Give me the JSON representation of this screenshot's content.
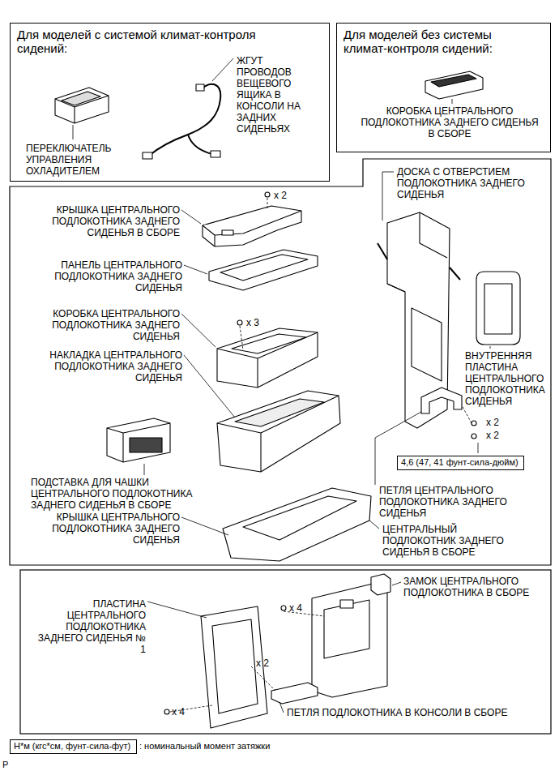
{
  "diagram": {
    "nodes": [
      {
        "text": [
          "Для моделей с системой климат-контроля сидений:"
        ]
      },
      {
        "text": [
          "Для моделей без системы климат-контроля сидений:"
        ]
      },
      {
        "text": [
          "4,6 (47, 41 фунт-сила-дюйм)"
        ]
      },
      {
        "text": [
          "Н*м (кгс*см, фунт-сила-фут)"
        ]
      }
    ],
    "labels": [
      "ЖГУТ ПРОВОДОВ ВЕЩЕВОГО ЯЩИКА В КОНСОЛИ НА ЗАДНИХ СИДЕНЬЯХ",
      "ПЕРЕКЛЮЧАТЕЛЬ УПРАВЛЕНИЯ ОХЛАДИТЕЛЕМ",
      "КОРОБКА ЦЕНТРАЛЬНОГО ПОДЛОКОТНИКА ЗАДНЕГО СИДЕНЬЯ В СБОРЕ",
      "x 2",
      "КРЫШКА ЦЕНТРАЛЬНОГО ПОДЛОКОТНИКА ЗАДНЕГО СИДЕНЬЯ В СБОРЕ",
      "ПАНЕЛЬ ЦЕНТРАЛЬНОГО ПОДЛОКОТНИКА ЗАДНЕГО СИДЕНЬЯ",
      "КОРОБКА ЦЕНТРАЛЬНОГО ПОДЛОКОТНИКА ЗАДНЕГО СИДЕНЬЯ",
      "x 3",
      "НАКЛАДКА ЦЕНТРАЛЬНОГО ПОДЛОКОТНИКА ЗАДНЕГО СИДЕНЬЯ",
      "ПОДСТАВКА ДЛЯ ЧАШКИ ЦЕНТРАЛЬНОГО ПОДЛОКОТНИКА ЗАДНЕГО СИДЕНЬЯ В СБОРЕ",
      "КРЫШКА ЦЕНТРАЛЬНОГО ПОДЛОКОТНИКА ЗАДНЕГО СИДЕНЬЯ",
      "ДОСКА С ОТВЕРСТИЕМ ПОДЛОКОТНИКА ЗАДНЕГО СИДЕНЬЯ",
      "ВНУТРЕННЯЯ ПЛАСТИНА ЦЕНТРАЛЬНОГО ПОДЛОКОТНИКА СИДЕНЬЯ",
      "x 2",
      "x 2",
      "ПЕТЛЯ ЦЕНТРАЛЬНОГО ПОДЛОКОТНИКА ЗАДНЕГО СИДЕНЬЯ",
      "ЦЕНТРАЛЬНЫЙ ПОДЛОКОТНИК ЗАДНЕГО СИДЕНЬЯ В СБОРЕ",
      "ПЛАСТИНА ЦЕНТРАЛЬНОГО ПОДЛОКОТНИКА ЗАДНЕГО СИДЕНЬЯ № 1",
      "x 4",
      "ЗАМОК ЦЕНТРАЛЬНОГО ПОДЛОКОТНИКА В СБОРЕ",
      "x 2",
      "x 4",
      "ПЕТЛЯ ПОДЛОКОТНИКА В КОНСОЛИ В СБОРЕ",
      ": номинальный момент затяжки",
      "P"
    ]
  }
}
